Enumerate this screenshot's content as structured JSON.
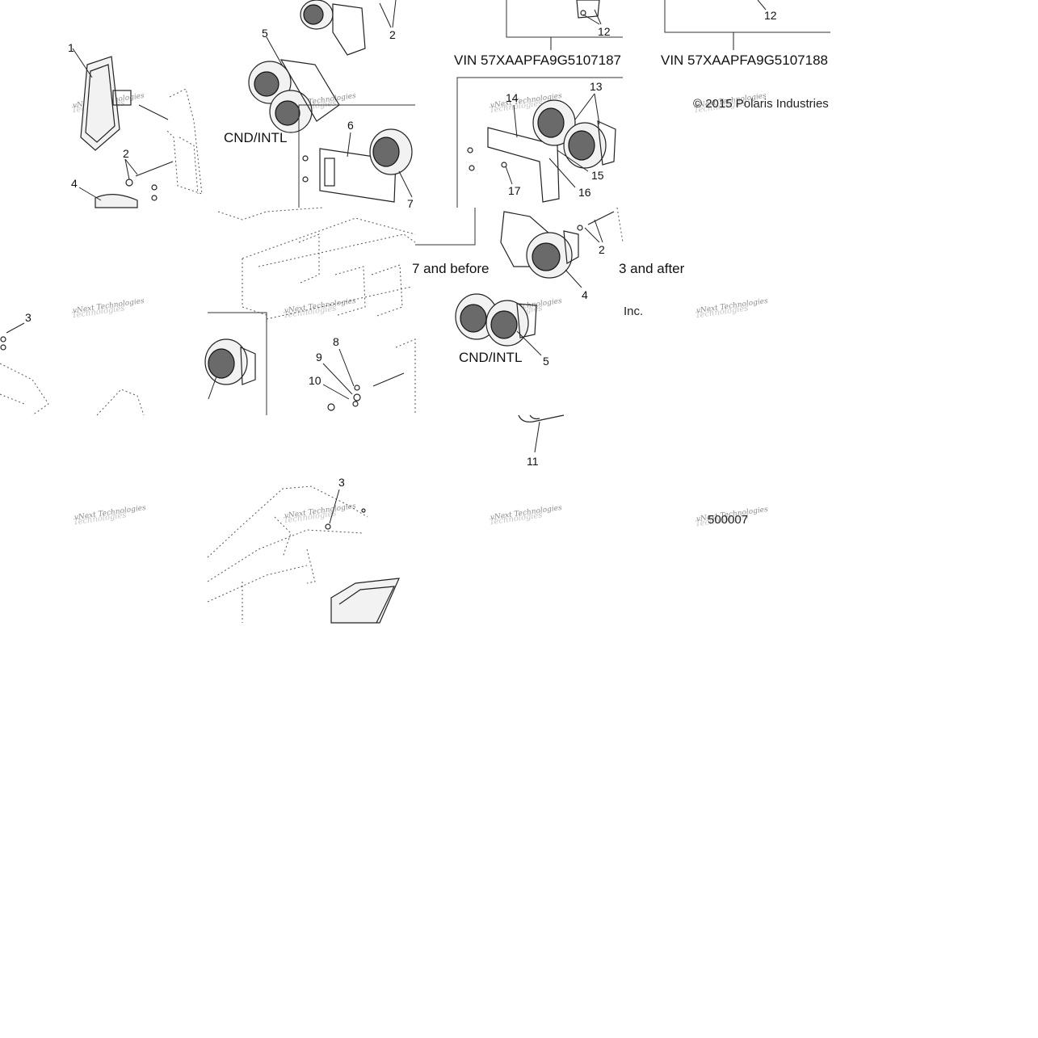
{
  "callouts": {
    "c1": "1",
    "c2a": "2",
    "c2b": "2",
    "c2c": "2",
    "c3a": "3",
    "c3b": "3",
    "c4a": "4",
    "c4b": "4",
    "c5a": "5",
    "c5b": "5",
    "c6": "6",
    "c7": "7",
    "c8": "8",
    "c9": "9",
    "c10": "10",
    "c11": "11",
    "c12a": "12",
    "c12b": "12",
    "c13": "13",
    "c14": "14",
    "c15": "15",
    "c16": "16",
    "c17": "17"
  },
  "labels": {
    "cnd_intl_1": "CND/INTL",
    "cnd_intl_2": "CND/INTL",
    "vin_1": "VIN 57XAAPFA9G5107187",
    "vin_2": "VIN 57XAAPFA9G5107188",
    "and_before": "7 and before",
    "and_after": "3 and after",
    "copyright": "© 2015 Polaris Industries",
    "inc": "Inc.",
    "diagram_number": "500007"
  },
  "watermark": {
    "line1": "vNext Technologies",
    "line2": "Technologies"
  }
}
